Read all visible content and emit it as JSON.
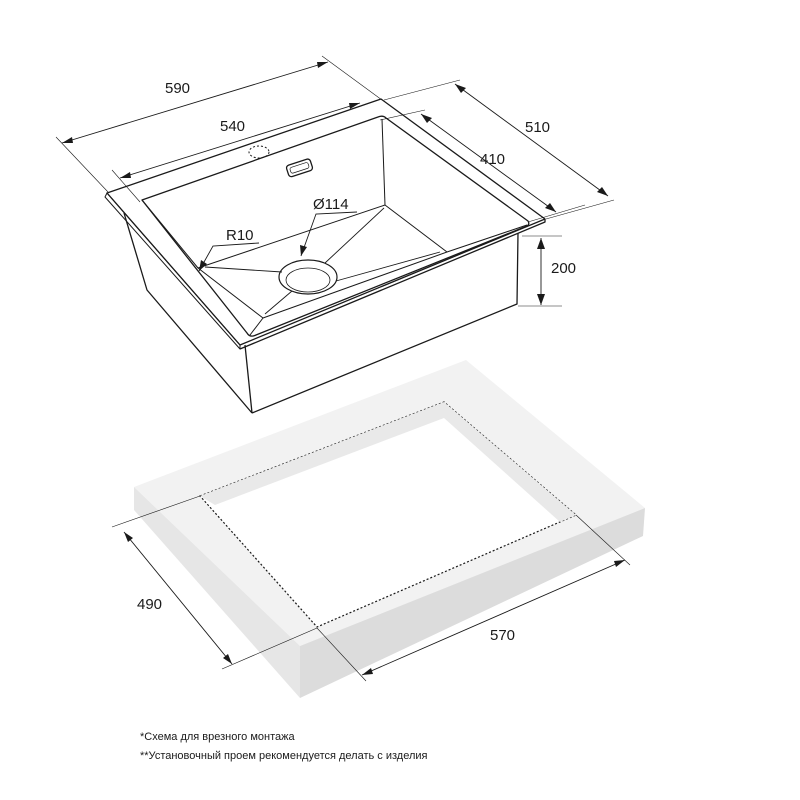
{
  "dimensions": {
    "overall_width": "590",
    "bowl_width": "540",
    "overall_depth": "510",
    "bowl_depth": "410",
    "drain_diameter": "Ø114",
    "corner_radius": "R10",
    "bowl_height": "200",
    "cutout_depth": "490",
    "cutout_width": "570"
  },
  "notes": {
    "line1": "*Схема для врезного монтажа",
    "line2": "**Установочный проем рекомендуется делать с изделия"
  },
  "colors": {
    "line": "#1a1a1a",
    "countertop_top": "#f2f2f2",
    "countertop_side": "#dcdcdc",
    "countertop_edge": "#c9c9c9"
  }
}
